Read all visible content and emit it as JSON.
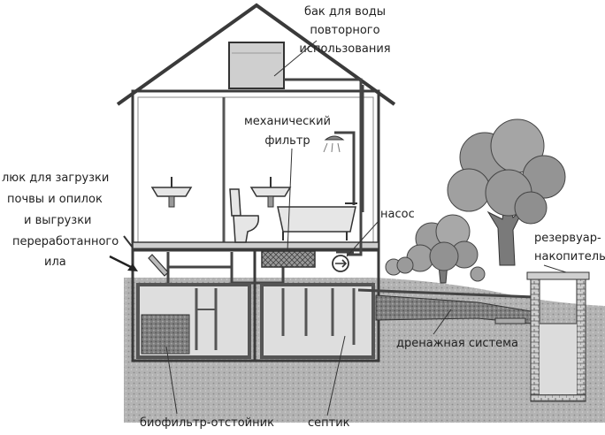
{
  "labels": {
    "tank": [
      "бак для воды",
      "повторного",
      "использования"
    ],
    "mech_filter": [
      "механический",
      "фильтр"
    ],
    "hatch": [
      "люк для загрузки",
      "почвы и  опилок",
      "и  выгрузки",
      "переработанного",
      "ила"
    ],
    "pump": "насос",
    "reservoir": [
      "резервуар-",
      "накопитель"
    ],
    "drainage": "дренажная система",
    "biofilter": "биофильтр-отстойник",
    "septic": "септик"
  },
  "colors": {
    "ground": "#b9b9b9",
    "soil_dark": "#8a8a8a",
    "wall": "#555555",
    "stroke": "#333333",
    "tank_fill": "#d8d8d8",
    "tree": "#9a9a9a"
  },
  "icons": {
    "pump": "pump-circle-arrow-icon",
    "hatch_arrow": "arrow-icon",
    "shower": "shower-icon",
    "sink": "sink-icon",
    "toilet": "toilet-icon",
    "bathtub": "bathtub-icon"
  }
}
